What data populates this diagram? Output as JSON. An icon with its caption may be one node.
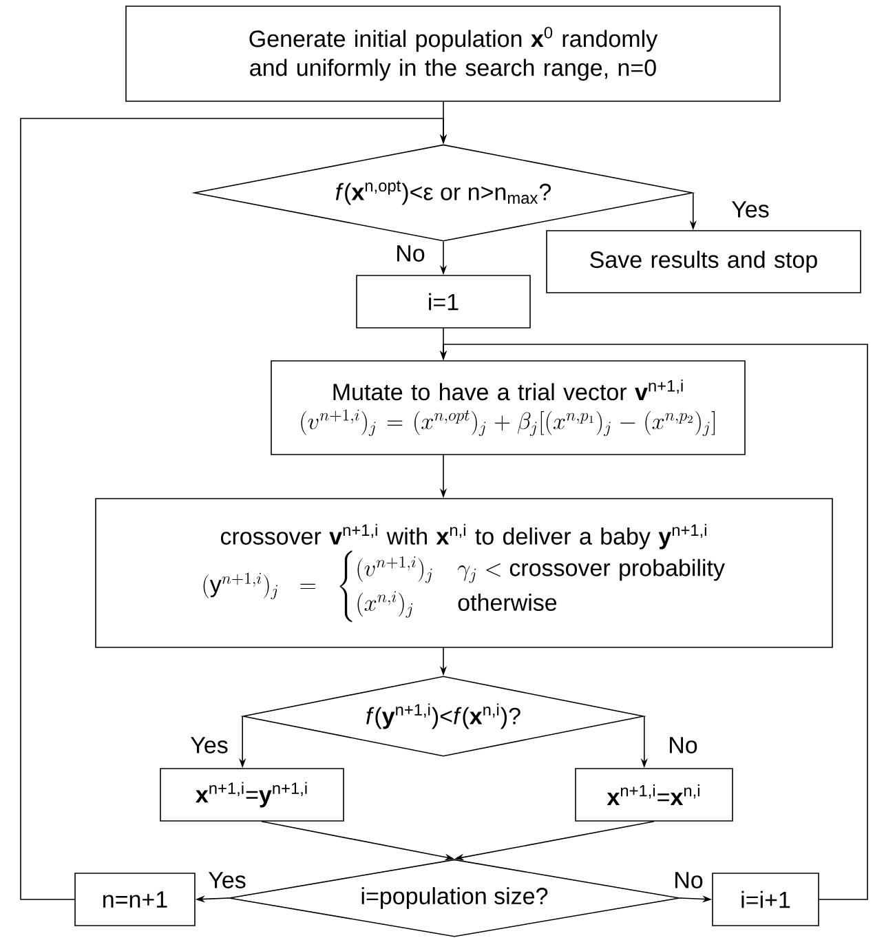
{
  "diagram": {
    "nodes": [
      {
        "text": [
          "Generate initial population **x**$^{0}$ randomly and uniformly in the search range, n=0"
        ]
      },
      {
        "text": [
          "*f*(**x**$^{n,opt}$)<ε or n>n$_{max}$?"
        ]
      },
      {
        "text": [
          "Save results and stop"
        ]
      },
      {
        "text": [
          "i=1"
        ]
      },
      {
        "text": [
          "Mutate to have a trial vector **v**$^{n+1,i}$",
          "(v^{n+1,i})_j = (x^{n,opt})_j + \\beta_j[(x^{n,p_1})_j - (x^{n,p_2})_j]"
        ]
      },
      {
        "text": [
          "crossover **v**$^{n+1,i}$ with **x**$^{n,i}$ to deliver a baby **y**$^{n+1,i}$",
          "(\\mathrm{y}^{n+1,i})_j = \\begin{cases} (v^{n+1,i})_j & \\gamma_j < \\mathrm{crossover\\ probability} \\\\ (x^{n,i})_j & \\mathrm{otherwise} \\end{cases}"
        ]
      },
      {
        "text": [
          "*f*(**y**$^{n+1,i}$)<*f*(**x**$^{n,i}$)?"
        ]
      },
      {
        "text": [
          "**x**$^{n+1,i}$=**y**$^{n+1,i}$"
        ]
      },
      {
        "text": [
          "**x**$^{n+1,i}$=**x**$^{n,i}$"
        ]
      },
      {
        "text": [
          "i=population size?"
        ]
      },
      {
        "text": [
          "n=n+1"
        ]
      },
      {
        "text": [
          "i=i+1"
        ]
      }
    ],
    "edges": [
      {
        "from": 0,
        "to": 1,
        "arrow": "to"
      },
      {
        "from": 10,
        "to": 1,
        "arrow": "to"
      },
      {
        "from": 1,
        "to": 2,
        "arrow": "to",
        "label": "Yes"
      },
      {
        "from": 1,
        "to": 3,
        "arrow": "to",
        "label": "No"
      },
      {
        "from": 3,
        "to": 4,
        "arrow": "to"
      },
      {
        "from": 11,
        "to": 4,
        "arrow": "to"
      },
      {
        "from": 4,
        "to": 5,
        "arrow": "to"
      },
      {
        "from": 5,
        "to": 6,
        "arrow": "to"
      },
      {
        "from": 6,
        "to": 7,
        "arrow": "to",
        "label": "Yes"
      },
      {
        "from": 6,
        "to": 8,
        "arrow": "to",
        "label": "No"
      },
      {
        "from": 7,
        "to": 9,
        "arrow": "to"
      },
      {
        "from": 8,
        "to": 9,
        "arrow": "to"
      },
      {
        "from": 9,
        "to": 10,
        "arrow": "to",
        "label": "Yes"
      },
      {
        "from": 9,
        "to": 11,
        "arrow": "to",
        "label": "No"
      }
    ]
  }
}
